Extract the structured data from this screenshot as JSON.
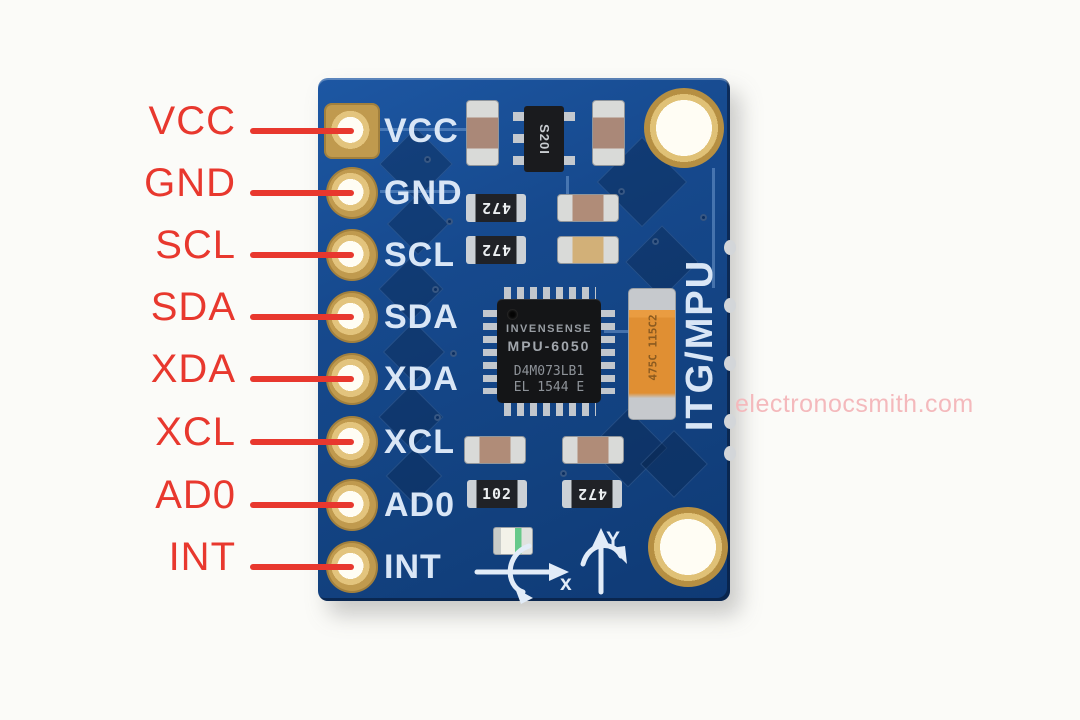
{
  "pinout": {
    "pins": [
      {
        "label": "VCC"
      },
      {
        "label": "GND"
      },
      {
        "label": "SCL"
      },
      {
        "label": "SDA"
      },
      {
        "label": "XDA"
      },
      {
        "label": "XCL"
      },
      {
        "label": "AD0"
      },
      {
        "label": "INT"
      }
    ]
  },
  "board": {
    "side_label": "ITG/MPU",
    "chip": {
      "line1": "INVENSENSE",
      "line2": "MPU-6050",
      "line3": "D4M073LB1",
      "line4": "EL 1544 E"
    },
    "regulator": {
      "marking": "S20I"
    },
    "tantalum": {
      "line1": "475C",
      "line2": "115C2"
    },
    "resistors": {
      "r472": "472",
      "r102": "102"
    },
    "axis": {
      "x_label": "x",
      "y_label": "Y"
    }
  },
  "watermark": {
    "text": "electronocsmith.com"
  },
  "colors": {
    "label_red": "#e8382e",
    "pcb_blue": "#16498d",
    "silk_white": "#d9e6f6",
    "pad_gold": "#c09a4e",
    "pad_gold_light": "#e3c47d",
    "hole_white": "#fffdf4",
    "watermark_pink": "#f4b9bc",
    "background": "#fbfbf8"
  }
}
